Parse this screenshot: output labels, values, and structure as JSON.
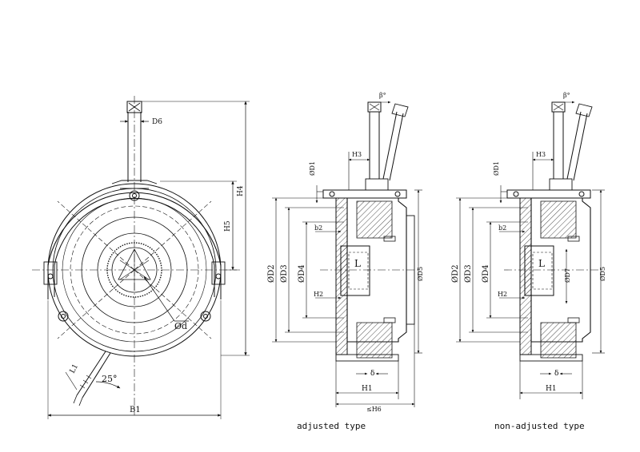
{
  "front_view": {
    "labels": {
      "d6": "D6",
      "h4": "H4",
      "h5": "H5",
      "d": "Ød",
      "l1": "L1",
      "angle": "25°",
      "b1": "B1"
    }
  },
  "adjusted": {
    "caption": "adjusted type",
    "labels": {
      "beta": "β°",
      "h3": "H3",
      "d1": "ØD1",
      "b2": "b2",
      "d2": "ØD2",
      "d3": "ØD3",
      "d4": "ØD4",
      "h2": "H2",
      "l": "L",
      "d5": "ØD5",
      "delta": "δ",
      "h1": "H1",
      "h6": "≤H6"
    }
  },
  "non_adjusted": {
    "caption": "non-adjusted type",
    "labels": {
      "beta": "β°",
      "h3": "H3",
      "d1": "ØD1",
      "b2": "b2",
      "d2": "ØD2",
      "d3": "ØD3",
      "d4": "ØD4",
      "h2": "H2",
      "l": "L",
      "d7": "ØD7",
      "d5": "ØD5",
      "delta": "δ",
      "h1": "H1"
    }
  }
}
